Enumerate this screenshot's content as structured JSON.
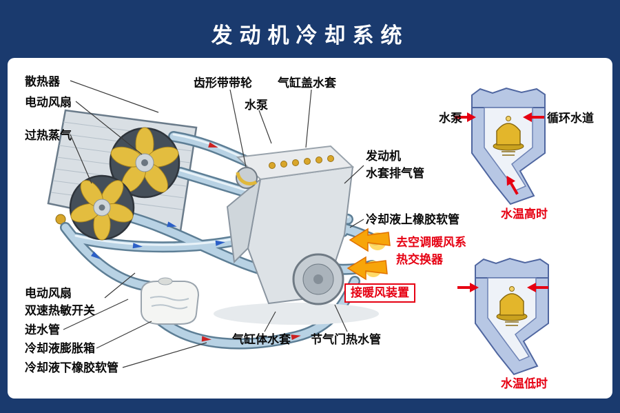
{
  "title": "发动机冷却系统",
  "colors": {
    "frame_blue": "#1a3a6e",
    "label_red": "#e60012",
    "pipe_blue": "#b8d2e4",
    "fan_yellow": "#e3bd3f",
    "thermostat_gold": "#e3b62b",
    "panel_white": "#ffffff"
  },
  "labels": {
    "radiator": "散热器",
    "electric_fan_top": "电动风扇",
    "overheated_steam": "过热蒸气",
    "toothed_belt_pulley": "齿形带带轮",
    "water_pump": "水泵",
    "cylinder_head_water_jacket": "气缸盖水套",
    "engine_vent_line1": "发动机",
    "engine_vent_line2": "水套排气管",
    "coolant_upper_rubber_hose": "冷却液上橡胶软管",
    "to_ac_heater_line1": "去空调暖风系",
    "to_ac_heater_line2": "热交换器",
    "heater_connector": "接暖风装置",
    "fan_switch_line1": "电动风扇",
    "fan_switch_line2": "双速热敏开关",
    "water_inlet_pipe": "进水管",
    "coolant_expansion_tank": "冷却液膨胀箱",
    "coolant_lower_rubber_hose": "冷却液下橡胶软管",
    "cylinder_block_water_jacket": "气缸体水套",
    "throttle_hot_water_pipe": "节气门热水管"
  },
  "thermostat": {
    "pump": "水泵",
    "channel": "循环水道",
    "top_caption": "水温高时",
    "bottom_caption": "水温低时"
  }
}
